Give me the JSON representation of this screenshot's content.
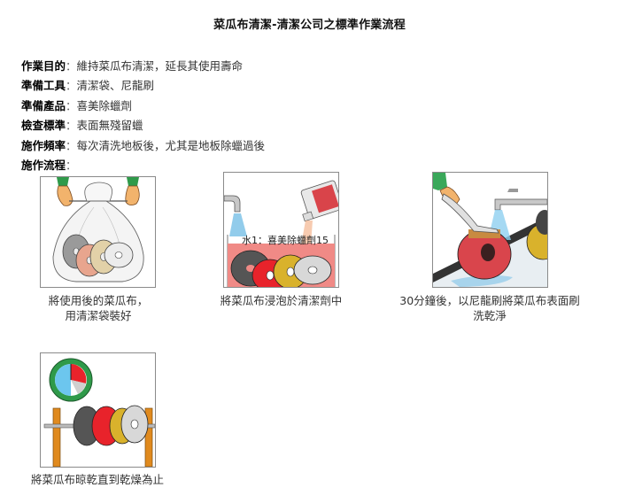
{
  "title": "菜瓜布清潔-清潔公司之標準作業流程",
  "meta": [
    {
      "key": "作業目的",
      "sep": "：",
      "value": "維持菜瓜布清潔，延長其使用壽命"
    },
    {
      "key": "準備工具",
      "sep": "：",
      "value": "清潔袋、尼龍刷"
    },
    {
      "key": "準備產品",
      "sep": "：",
      "value": "喜美除蠟劑"
    },
    {
      "key": "檢查標準",
      "sep": "：",
      "value": "表面無殘留蠟"
    },
    {
      "key": "施作頻率",
      "sep": "：",
      "value": "每次清洗地板後，尤其是地板除蠟過後"
    },
    {
      "key": "施作流程",
      "sep": "：",
      "value": ""
    }
  ],
  "steps": [
    {
      "image": "bag-of-scouring-pads-illustration",
      "caption_line1": "將使用後的菜瓜布，",
      "caption_line2": "用清潔袋裝好"
    },
    {
      "image": "soaking-pads-in-cleaner-illustration",
      "overlay_text": "水1：喜美除蠟劑15",
      "caption_line1": "將菜瓜布浸泡於清潔劑中",
      "caption_line2": ""
    },
    {
      "image": "brushing-pad-under-tap-illustration",
      "caption_line1": "30分鐘後，以尼龍刷將菜瓜布表面刷",
      "caption_line2": "洗乾淨"
    },
    {
      "image": "drying-pads-on-rack-illustration",
      "caption_line1": "將菜瓜布晾乾直到乾燥為止",
      "caption_line2": ""
    }
  ],
  "colors": {
    "frame_border": "#8a8a8a",
    "pad_red": "#e8232b",
    "pad_gray": "#5a5a5a",
    "pad_yellow": "#d9b22c",
    "pad_white": "#d8d8d8",
    "solution_pink": "#f08a86",
    "glove_green": "#2f9a4a"
  }
}
